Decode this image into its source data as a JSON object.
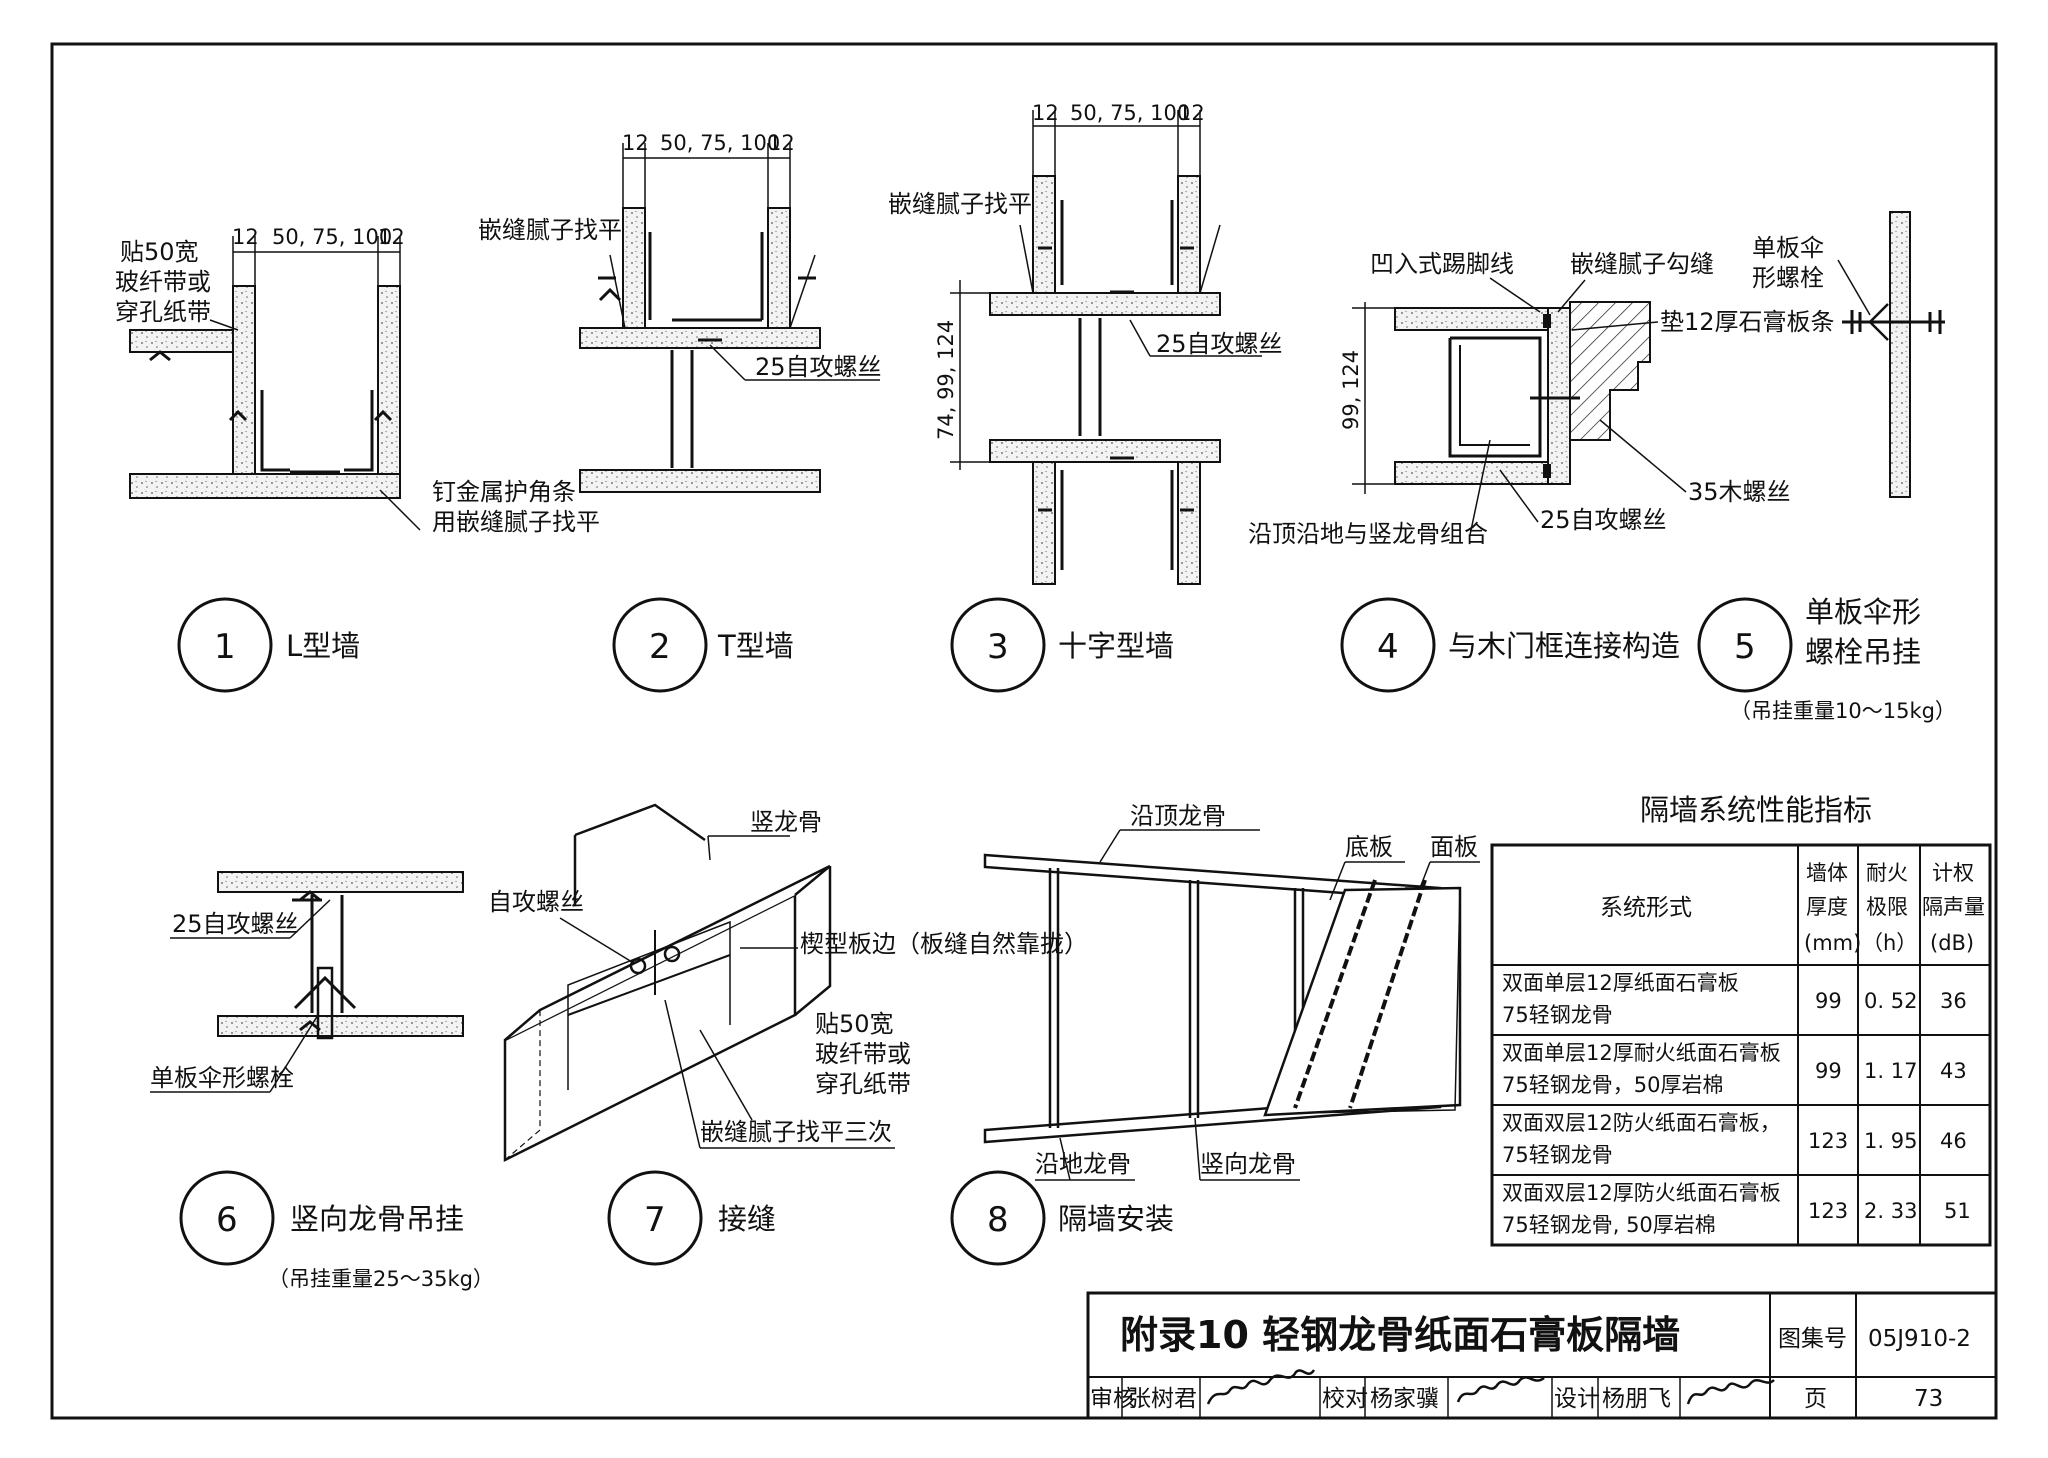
{
  "details": {
    "d1": {
      "num": "1",
      "caption": "L型墙",
      "dim_top": "50, 75, 100",
      "dim_left": "12",
      "dim_right": "12",
      "label_tape_1": "贴50宽",
      "label_tape_2": "玻纤带或",
      "label_tape_3": "穿孔纸带",
      "label_corner_1": "钉金属护角条",
      "label_corner_2": "用嵌缝腻子找平"
    },
    "d2": {
      "num": "2",
      "caption": "T型墙",
      "dim_top": "50, 75, 100",
      "dim_left": "12",
      "dim_right": "12",
      "label_putty": "嵌缝腻子找平",
      "label_screw": "25自攻螺丝"
    },
    "d3": {
      "num": "3",
      "caption": "十字型墙",
      "dim_top": "50, 75, 100",
      "dim_left": "12",
      "dim_right": "12",
      "dim_side": "74, 99, 124",
      "label_putty": "嵌缝腻子找平",
      "label_screw": "25自攻螺丝"
    },
    "d4": {
      "num": "4",
      "caption": "与木门框连接构造",
      "dim_side": "99, 124",
      "label_skirting": "凹入式踢脚线",
      "label_joint": "嵌缝腻子勾缝",
      "label_pad": "垫12厚石膏板条",
      "label_wood_screw": "35木螺丝",
      "label_screw": "25自攻螺丝",
      "label_combo": "沿顶沿地与竖龙骨组合"
    },
    "d5": {
      "num": "5",
      "caption_1": "单板伞形",
      "caption_2": "螺栓吊挂",
      "note": "（吊挂重量10～15kg）",
      "label_bolt_1": "单板伞",
      "label_bolt_2": "形螺栓"
    },
    "d6": {
      "num": "6",
      "caption": "竖向龙骨吊挂",
      "note": "（吊挂重量25～35kg）",
      "label_screw": "25自攻螺丝",
      "label_bolt": "单板伞形螺栓"
    },
    "d7": {
      "num": "7",
      "caption": "接缝",
      "label_stud": "竖龙骨",
      "label_screw": "自攻螺丝",
      "label_edge": "楔型板边（板缝自然靠拢）",
      "label_tape_1": "贴50宽",
      "label_tape_2": "玻纤带或",
      "label_tape_3": "穿孔纸带",
      "label_putty": "嵌缝腻子找平三次"
    },
    "d8": {
      "num": "8",
      "caption": "隔墙安装",
      "label_top_track": "沿顶龙骨",
      "label_base_board": "底板",
      "label_face_board": "面板",
      "label_floor_track": "沿地龙骨",
      "label_vertical": "竖向龙骨"
    }
  },
  "perf_table": {
    "title": "隔墙系统性能指标",
    "header": {
      "system": "系统形式",
      "thickness": [
        "墙体",
        "厚度",
        "(mm)"
      ],
      "fire": [
        "耐火",
        "极限",
        "（h）"
      ],
      "sound": [
        "计权",
        "隔声量",
        "(dB)"
      ]
    },
    "rows": [
      {
        "system": [
          "双面单层12厚纸面石膏板",
          "75轻钢龙骨"
        ],
        "thickness": "99",
        "fire": "0. 52",
        "sound": "36"
      },
      {
        "system": [
          "双面单层12厚耐火纸面石膏板",
          "75轻钢龙骨，50厚岩棉"
        ],
        "thickness": "99",
        "fire": "1. 17",
        "sound": "43"
      },
      {
        "system": [
          "双面双层12防火纸面石膏板，",
          "75轻钢龙骨"
        ],
        "thickness": "123",
        "fire": "1. 95",
        "sound": "46"
      },
      {
        "system": [
          "双面双层12厚防火纸面石膏板",
          "75轻钢龙骨, 50厚岩棉"
        ],
        "thickness": "123",
        "fire": "2. 33",
        "sound": "51"
      }
    ]
  },
  "title_block": {
    "title": "附录10  轻钢龙骨纸面石膏板隔墙",
    "atlas_label": "图集号",
    "atlas_no": "05J910-2",
    "review_label": "审核",
    "reviewer": "张树君",
    "check_label": "校对",
    "checker": "杨家骥",
    "design_label": "设计",
    "designer": "杨朋飞",
    "page_label": "页",
    "page_no": "73"
  }
}
